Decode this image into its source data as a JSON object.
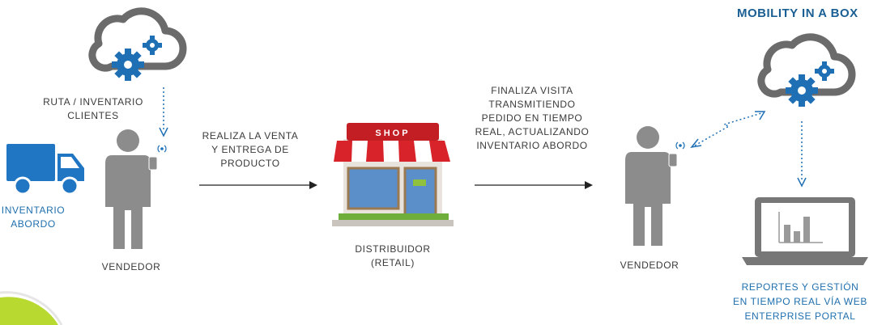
{
  "title": "MOBILITY IN A BOX",
  "labels": {
    "route": "RUTA / INVENTARIO\nCLIENTES",
    "onboard_inventory": "INVENTARIO\nABORDO",
    "seller_1": "VENDEDOR",
    "sale": "REALIZA LA VENTA\nY ENTREGA DE\nPRODUCTO",
    "shop_sign": "SHOP",
    "distributor": "DISTRIBUIDOR\n(RETAIL)",
    "finish_visit": "FINALIZA VISITA\nTRANSMITIENDO\nPEDIDO EN TIEMPO\nREAL, ACTUALIZANDO\nINVENTARIO ABORDO",
    "seller_2": "VENDEDOR",
    "reports": "REPORTES Y GESTIÓN\nEN TIEMPO REAL VÍA WEB\nENTERPRISE PORTAL"
  },
  "icons": [
    "cloud-gear-icon",
    "truck-icon",
    "person-phone-icon",
    "shop-icon",
    "laptop-chart-icon",
    "wireless-signal-icon"
  ],
  "colors": {
    "gear_blue": "#1f6fb5",
    "truck_blue": "#2176c4",
    "person_gray": "#8c8c8c",
    "cloud_gray": "#6b6b6b",
    "awning_red": "#d8232a",
    "accent_green": "#b7d930"
  }
}
